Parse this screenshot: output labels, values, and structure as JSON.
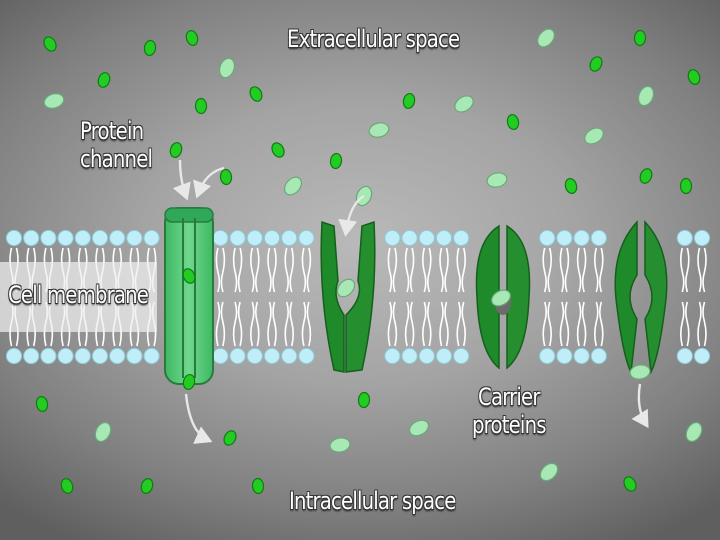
{
  "labels": {
    "extracellular": "Extracellular space",
    "intracellular": "Intracellular space",
    "protein_channel_line1": "Protein",
    "protein_channel_line2": "channel",
    "cell_membrane": "Cell membrane",
    "carrier_line1": "Carrier",
    "carrier_line2": "proteins"
  },
  "colors": {
    "molecule_bright": "#22cc22",
    "molecule_pale": "#a8e8b4",
    "lipid_head": "#bfeef9",
    "channel_protein": "#55c97a",
    "carrier_protein": "#1e8a2a",
    "arrow": "#e8e8e8"
  },
  "icons": {
    "arrow": "curved-arrow-icon"
  }
}
